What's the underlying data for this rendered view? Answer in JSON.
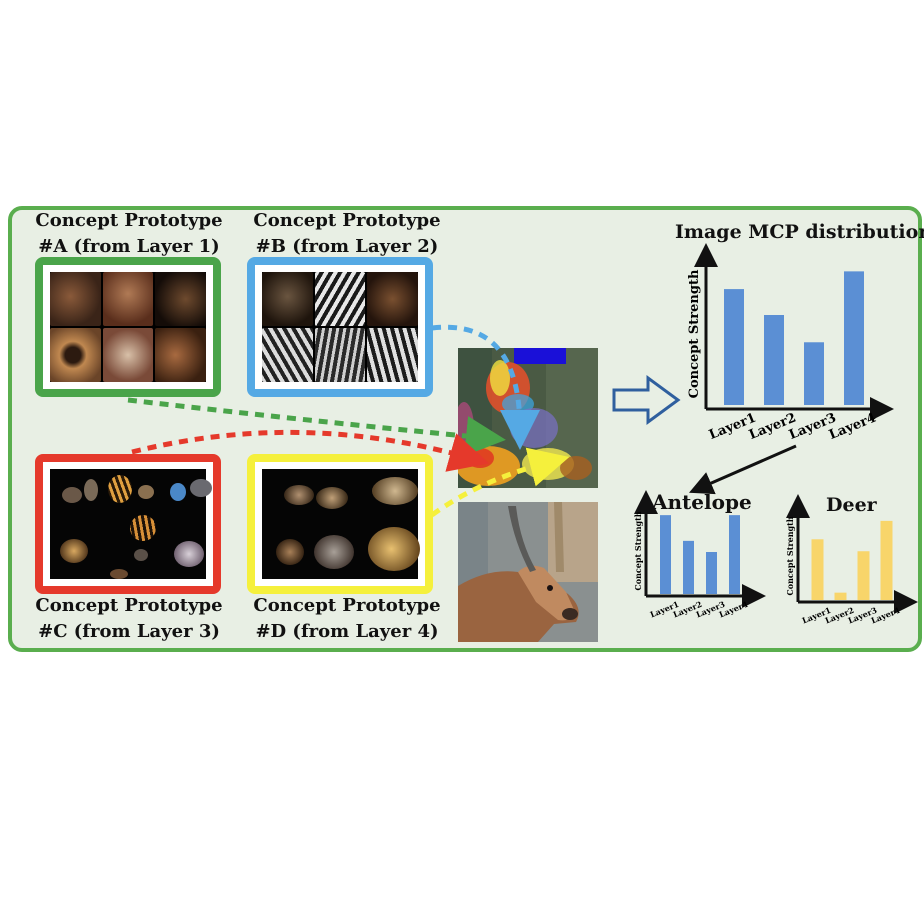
{
  "prototypes": {
    "a": {
      "title": "Concept Prototype\n#A (from Layer 1)",
      "color": "#4aa44a"
    },
    "b": {
      "title": "Concept Prototype\n#B (from Layer 2)",
      "color": "#55a9e4"
    },
    "c": {
      "title": "Concept Prototype\n#C (from Layer 3)",
      "color": "#e5392b"
    },
    "d": {
      "title": "Concept Prototype\n#D (from Layer 4)",
      "color": "#f5f03c"
    }
  },
  "chart_data": [
    {
      "type": "bar",
      "title": "Image MCP distribution",
      "ylabel": "Concept Strength",
      "categories": [
        "Layer1",
        "Layer2",
        "Layer3",
        "Layer4"
      ],
      "values": [
        0.85,
        0.66,
        0.46,
        0.98
      ],
      "ylim": [
        0,
        1.1
      ],
      "color": "#5b8fd4"
    },
    {
      "type": "bar",
      "title": "Antelope",
      "ylabel": "Concept Strength",
      "categories": [
        "Layer1",
        "Layer2",
        "Layer3",
        "Layer4"
      ],
      "values": [
        0.92,
        0.62,
        0.49,
        0.92
      ],
      "ylim": [
        0,
        1.05
      ],
      "color": "#5b8fd4"
    },
    {
      "type": "bar",
      "title": "Deer",
      "ylabel": "Concept Strength",
      "categories": [
        "Layer1",
        "Layer2",
        "Layer3",
        "Layer4"
      ],
      "values": [
        0.66,
        0.08,
        0.53,
        0.86
      ],
      "ylim": [
        0,
        1.0
      ],
      "color": "#f8d56a"
    }
  ]
}
